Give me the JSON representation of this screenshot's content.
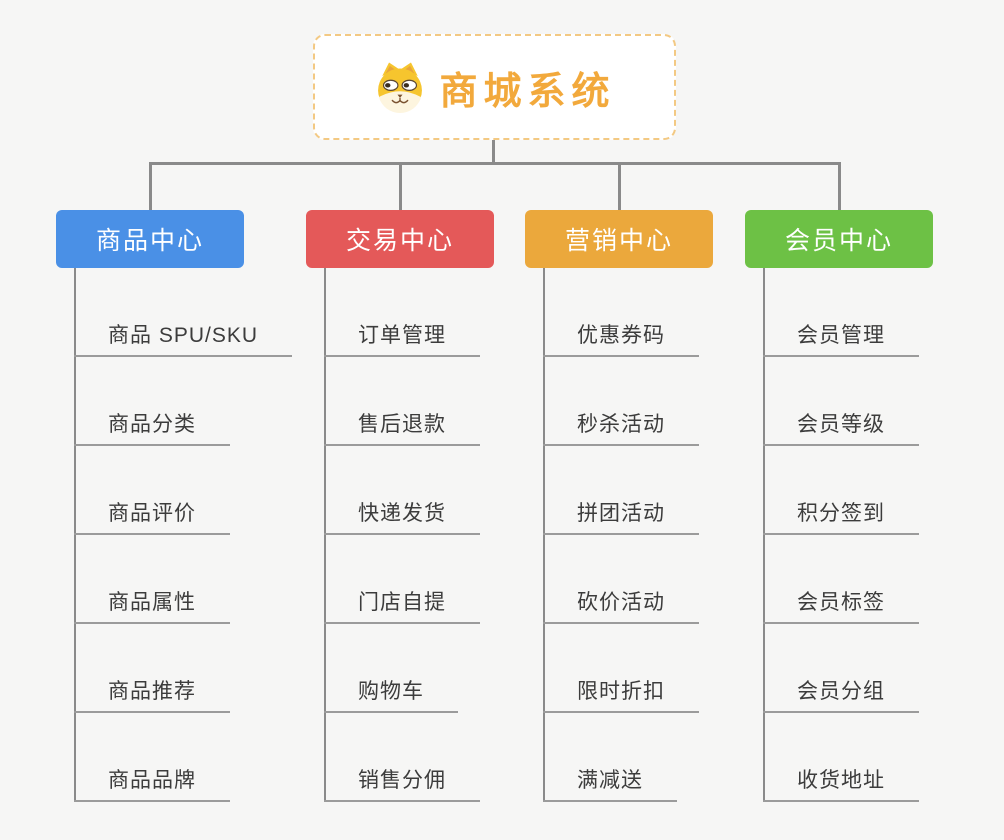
{
  "root": {
    "title": "商城系统",
    "icon": "dog-face-icon",
    "title_color": "#f2a93c",
    "box_border_color": "#f3c983",
    "box_background": "#ffffff"
  },
  "canvas": {
    "background_color": "#f6f6f5",
    "connector_color": "#8a8a8a",
    "leaf_underline_color": "#9b9b9b",
    "leaf_text_color": "#3c3c3c"
  },
  "branches": [
    {
      "label": "商品中心",
      "color": "#4a90e6",
      "children": [
        "商品 SPU/SKU",
        "商品分类",
        "商品评价",
        "商品属性",
        "商品推荐",
        "商品品牌"
      ]
    },
    {
      "label": "交易中心",
      "color": "#e45959",
      "children": [
        "订单管理",
        "售后退款",
        "快递发货",
        "门店自提",
        "购物车",
        "销售分佣"
      ]
    },
    {
      "label": "营销中心",
      "color": "#eba83c",
      "children": [
        "优惠券码",
        "秒杀活动",
        "拼团活动",
        "砍价活动",
        "限时折扣",
        "满减送"
      ]
    },
    {
      "label": "会员中心",
      "color": "#6dc145",
      "children": [
        "会员管理",
        "会员等级",
        "积分签到",
        "会员标签",
        "会员分组",
        "收货地址"
      ]
    }
  ]
}
